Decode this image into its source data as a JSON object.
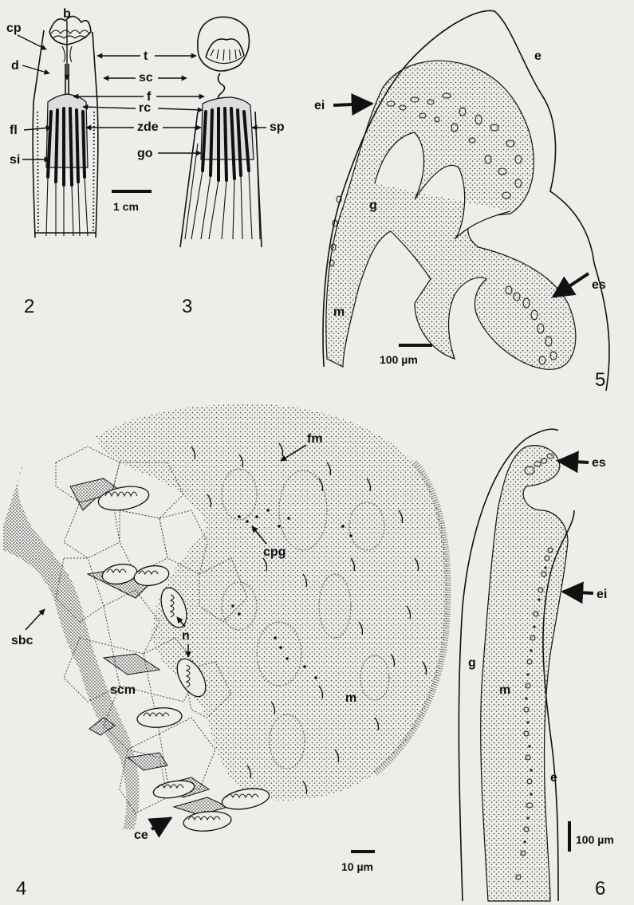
{
  "figure_numbers": {
    "f2": "2",
    "f3": "3",
    "f4": "4",
    "f5": "5",
    "f6": "6"
  },
  "labels": {
    "cp": "cp",
    "b": "b",
    "d": "d",
    "t": "t",
    "sc": "sc",
    "f": "f",
    "rc": "rc",
    "fl": "fl",
    "zde": "zde",
    "sp": "sp",
    "si": "si",
    "go": "go",
    "e": "e",
    "ei": "ei",
    "g": "g",
    "es": "es",
    "m": "m",
    "fm": "fm",
    "cpg": "cpg",
    "sbc": "sbc",
    "n": "n",
    "scm": "scm",
    "ce": "ce"
  },
  "scale_bars": {
    "fig2_3": "1 cm",
    "fig5": "100 µm",
    "fig4": "10 µm",
    "fig6": "100 µm"
  },
  "colors": {
    "ink": "#111111",
    "background": "#eceeea",
    "stipple": "#555555"
  }
}
